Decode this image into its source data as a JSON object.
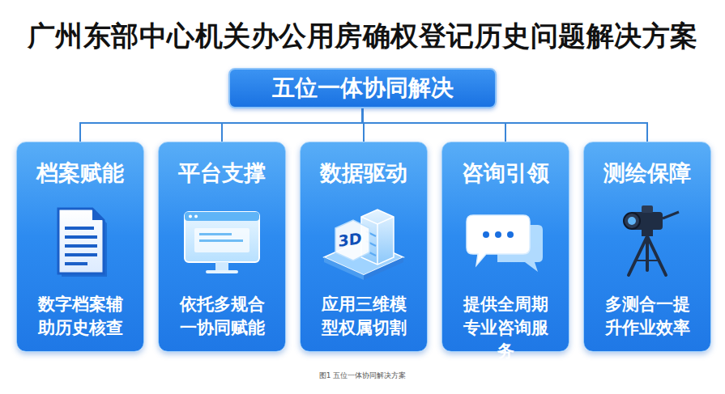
{
  "diagram": {
    "title": "广州东部中心机关办公用房确权登记历史问题解决方案",
    "caption": "图1 五位一体协同解决方案",
    "nodes": [
      {
        "text": [
          "五位一体协同解决"
        ]
      },
      {
        "text": [
          "档案赋能",
          "数字档案辅助历史核查"
        ]
      },
      {
        "text": [
          "平台支撑",
          "依托多规合一协同赋能"
        ]
      },
      {
        "text": [
          "数据驱动",
          "应用三维模型权属切割"
        ]
      },
      {
        "text": [
          "咨询引领",
          "提供全周期专业咨询服务"
        ]
      },
      {
        "text": [
          "测绘保障",
          "多测合一提升作业效率"
        ]
      }
    ],
    "edges": [
      {
        "from": 0,
        "to": 1,
        "arrow": "none"
      },
      {
        "from": 0,
        "to": 2,
        "arrow": "none"
      },
      {
        "from": 0,
        "to": 3,
        "arrow": "none"
      },
      {
        "from": 0,
        "to": 4,
        "arrow": "none"
      },
      {
        "from": 0,
        "to": 5,
        "arrow": "none"
      }
    ],
    "labels": [
      "3D"
    ]
  }
}
